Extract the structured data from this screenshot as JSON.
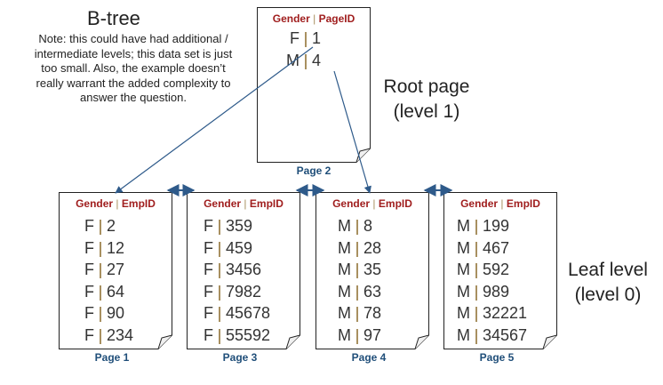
{
  "title": "B-tree",
  "note": "Note: this could have had additional / intermediate levels; this data set is just too small. Also, the example doesn’t really warrant the added complexity to answer the question.",
  "root_label": [
    "Root page",
    "(level 1)"
  ],
  "leaf_label": [
    "Leaf level",
    "(level 0)"
  ],
  "separator": "|",
  "root": {
    "header": [
      "Gender",
      "PageID"
    ],
    "page_label": "Page 2",
    "rows": [
      {
        "g": "F",
        "v": "1"
      },
      {
        "g": "M",
        "v": "4"
      }
    ]
  },
  "leaves": [
    {
      "header": [
        "Gender",
        "EmpID"
      ],
      "page_label": "Page 1",
      "rows": [
        {
          "g": "F",
          "v": "2"
        },
        {
          "g": "F",
          "v": "12"
        },
        {
          "g": "F",
          "v": "27"
        },
        {
          "g": "F",
          "v": "64"
        },
        {
          "g": "F",
          "v": "90"
        },
        {
          "g": "F",
          "v": "234"
        }
      ]
    },
    {
      "header": [
        "Gender",
        "EmpID"
      ],
      "page_label": "Page 3",
      "rows": [
        {
          "g": "F",
          "v": "359"
        },
        {
          "g": "F",
          "v": "459"
        },
        {
          "g": "F",
          "v": "3456"
        },
        {
          "g": "F",
          "v": "7982"
        },
        {
          "g": "F",
          "v": "45678"
        },
        {
          "g": "F",
          "v": "55592"
        }
      ]
    },
    {
      "header": [
        "Gender",
        "EmpID"
      ],
      "page_label": "Page 4",
      "rows": [
        {
          "g": "M",
          "v": "8"
        },
        {
          "g": "M",
          "v": "28"
        },
        {
          "g": "M",
          "v": "35"
        },
        {
          "g": "M",
          "v": "63"
        },
        {
          "g": "M",
          "v": "78"
        },
        {
          "g": "M",
          "v": "97"
        }
      ]
    },
    {
      "header": [
        "Gender",
        "EmpID"
      ],
      "page_label": "Page 5",
      "rows": [
        {
          "g": "M",
          "v": "199"
        },
        {
          "g": "M",
          "v": "467"
        },
        {
          "g": "M",
          "v": "592"
        },
        {
          "g": "M",
          "v": "989"
        },
        {
          "g": "M",
          "v": "32221"
        },
        {
          "g": "M",
          "v": "34567"
        }
      ]
    }
  ],
  "colors": {
    "header_text": "#a01e1e",
    "separator": "#a89060",
    "page_label": "#1f4e79",
    "arrow": "#2e5a8a"
  }
}
